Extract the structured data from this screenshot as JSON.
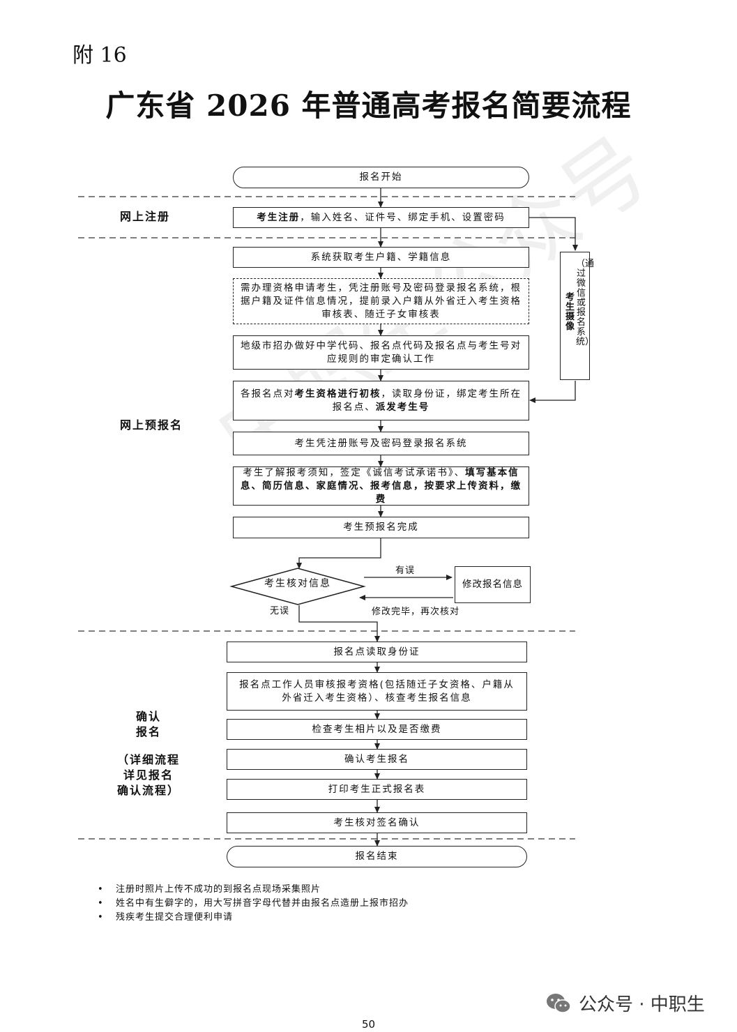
{
  "page_label": "附 16",
  "title": "广东省 2026 年普通高考报名简要流程",
  "watermark": "中职生公众号",
  "sections": {
    "register": "网上注册",
    "pre_register": "网上预报名",
    "confirm": [
      "确认",
      "报名",
      "",
      "（详细流程",
      "详见报名",
      "确认流程）"
    ]
  },
  "nodes": {
    "start": "报名开始",
    "register": {
      "bold": "考生注册",
      "rest": "，输入姓名、证件号、绑定手机、设置密码"
    },
    "fetch": "系统获取考生户籍、学籍信息",
    "qualification": "需办理资格申请考生，凭注册账号及密码登录报名系统，根据户籍及证件信息情况，提前录入户籍从外省迁入考生资格审核表、随迁子女审核表",
    "city_office": "地级市招办做好中学代码、报名点代码及报名点与考生号对应规则的审定确认工作",
    "initial_review": {
      "p1": "各报名点对",
      "b1": "考生资格进行初核",
      "p2": "，读取身份证，绑定考生所在报名点、",
      "b2": "派发考生号"
    },
    "login": "考生凭注册账号及密码登录报名系统",
    "fill_info": {
      "p1": "考生了解报考须知，签定《诚信考试承诺书》、",
      "b1": "填写基本信息、简历信息、家庭情况、报考信息，按要求上传资料，缴费"
    },
    "pre_done": "考生预报名完成",
    "check_info": "考生核对信息",
    "modify": "修改报名信息",
    "read_id": "报名点读取身份证",
    "staff_review": "报名点工作人员审核报考资格(包括随迁子女资格、户籍从外省迁入考生资格）、核查考生报名信息",
    "photo_fee": "检查考生相片以及是否缴费",
    "confirm": "确认考生报名",
    "print": "打印考生正式报名表",
    "sign": "考生核对签名确认",
    "end": "报名结束"
  },
  "side_box": {
    "col1": "考生摄像",
    "col2": "（通过微信或报名系统）"
  },
  "edge_labels": {
    "error": "有误",
    "no_error": "无误",
    "recheck": "修改完毕，再次核对"
  },
  "notes": [
    "注册时照片上传不成功的到报名点现场采集照片",
    "姓名中有生僻字的，用大写拼音字母代替并由报名点造册上报市招办",
    "残疾考生提交合理便利申请"
  ],
  "footer": {
    "brand": "公众号 · 中职生",
    "icon": "wechat-icon",
    "page_number": "50"
  }
}
